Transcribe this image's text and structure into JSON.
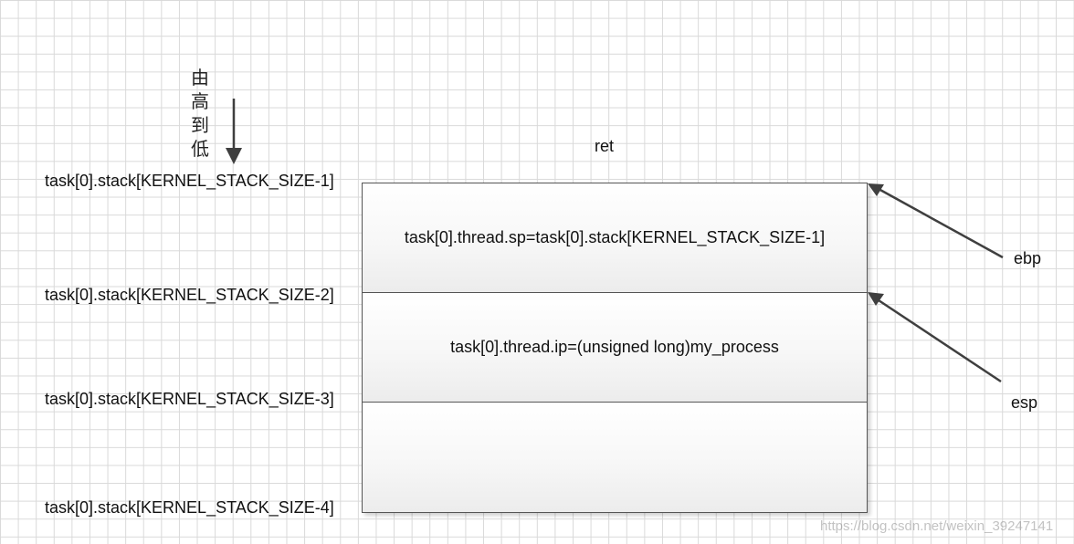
{
  "direction_label": [
    "由",
    "高",
    "到",
    "低"
  ],
  "left_labels": [
    "task[0].stack[KERNEL_STACK_SIZE-1]",
    "task[0].stack[KERNEL_STACK_SIZE-2]",
    "task[0].stack[KERNEL_STACK_SIZE-3]",
    "task[0].stack[KERNEL_STACK_SIZE-4]"
  ],
  "top_label": "ret",
  "cells": [
    "task[0].thread.sp=task[0].stack[KERNEL_STACK_SIZE-1]",
    "task[0].thread.ip=(unsigned long)my_process",
    ""
  ],
  "registers": {
    "ebp": "ebp",
    "esp": "esp"
  },
  "watermark": "https://blog.csdn.net/weixin_39247141",
  "colors": {
    "grid": "#d9d9d9",
    "arrow": "#3f3f3f",
    "border": "#555555"
  }
}
